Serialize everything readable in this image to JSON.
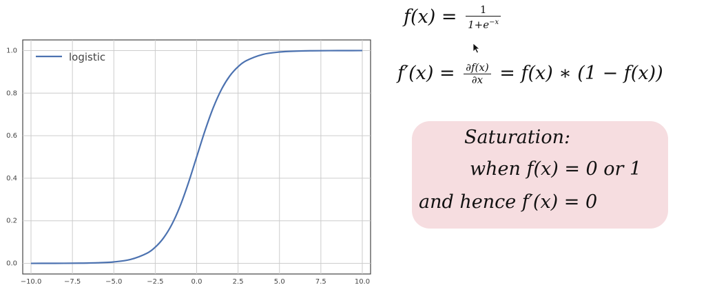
{
  "chart_data": {
    "type": "line",
    "legend": "logistic",
    "legend_position": "top-left",
    "grid": true,
    "xlim": [
      -10.5,
      10.5
    ],
    "ylim": [
      -0.05,
      1.05
    ],
    "x_ticks": [
      -10.0,
      -7.5,
      -5.0,
      -2.5,
      0.0,
      2.5,
      5.0,
      7.5,
      10.0
    ],
    "x_tick_labels": [
      "−10.0",
      "−7.5",
      "−5.0",
      "−2.5",
      "0.0",
      "2.5",
      "5.0",
      "7.5",
      "10.0"
    ],
    "y_ticks": [
      0.0,
      0.2,
      0.4,
      0.6,
      0.8,
      1.0
    ],
    "y_tick_labels": [
      "0.0",
      "0.2",
      "0.4",
      "0.6",
      "0.8",
      "1.0"
    ],
    "series": [
      {
        "name": "logistic",
        "color": "#4c72b0",
        "x": [
          -10,
          -9,
          -8,
          -7,
          -6,
          -5,
          -4,
          -3,
          -2.5,
          -2,
          -1.5,
          -1,
          -0.5,
          0,
          0.5,
          1,
          1.5,
          2,
          2.5,
          3,
          4,
          5,
          6,
          7,
          8,
          9,
          10
        ],
        "y": [
          0.0,
          0.0001,
          0.0003,
          0.0009,
          0.0025,
          0.0067,
          0.018,
          0.0474,
          0.0759,
          0.1192,
          0.1824,
          0.2689,
          0.3775,
          0.5,
          0.6225,
          0.7311,
          0.8176,
          0.8808,
          0.9241,
          0.9526,
          0.982,
          0.9933,
          0.9975,
          0.9991,
          0.9997,
          0.9999,
          1.0
        ]
      }
    ]
  },
  "formulas": {
    "f_lhs": "f(x) =",
    "f_num": "1",
    "f_den_base": "1+e",
    "f_den_exp": "−x",
    "fp_lhs": "f′(x) =",
    "fp_num": "∂f(x)",
    "fp_den": "∂x",
    "fp_rhs": "= f(x) ∗ (1 − f(x))"
  },
  "saturation": {
    "line1": "Saturation:",
    "line2": "when f(x) = 0 or 1",
    "line3": "and hence f′(x) = 0"
  },
  "colors": {
    "curve": "#4c72b0",
    "box": "#f6dde0",
    "grid": "#cccccc"
  }
}
